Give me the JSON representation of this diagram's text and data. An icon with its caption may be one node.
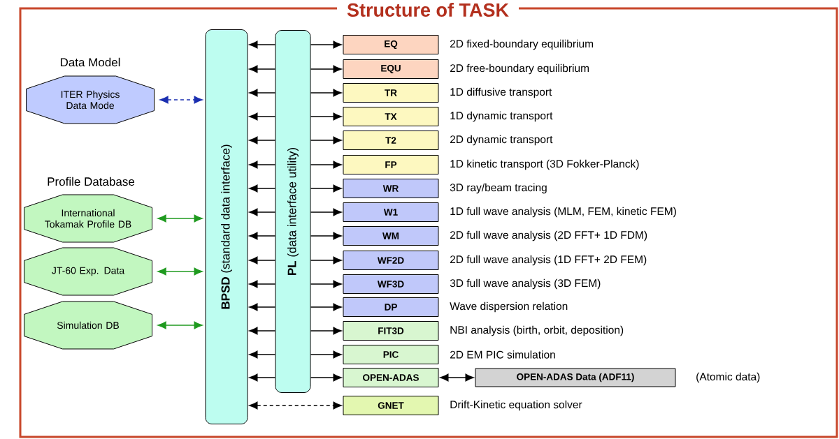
{
  "diagram": {
    "title": "Structure of TASK",
    "nodes": [
      {
        "text": [
          "**BPSD** (standard data interface)"
        ]
      },
      {
        "text": [
          "**PL** (data interface utility)"
        ]
      },
      {
        "text": [
          "Data Model",
          "ITER Physics Data Mode"
        ]
      },
      {
        "text": [
          "International Tokamak Profile DB"
        ]
      },
      {
        "text": [
          "JT-60 Exp. Data"
        ]
      },
      {
        "text": [
          "Simulation DB"
        ]
      },
      {
        "text": [
          "EQ"
        ],
        "beside": [
          "2D fixed-boundary equilibrium"
        ]
      },
      {
        "text": [
          "EQU"
        ],
        "beside": [
          "2D free-boundary equilibrium"
        ]
      },
      {
        "text": [
          "TR"
        ],
        "beside": [
          "1D diffusive transport"
        ]
      },
      {
        "text": [
          "TX"
        ],
        "beside": [
          "1D dynamic transport"
        ]
      },
      {
        "text": [
          "T2"
        ],
        "beside": [
          "2D dynamic transport"
        ]
      },
      {
        "text": [
          "FP"
        ],
        "beside": [
          "1D kinetic transport (3D Fokker-Planck)"
        ]
      },
      {
        "text": [
          "WR"
        ],
        "beside": [
          "3D ray/beam tracing"
        ]
      },
      {
        "text": [
          "W1"
        ],
        "beside": [
          "1D full wave analysis (MLM, FEM, kinetic FEM)"
        ]
      },
      {
        "text": [
          "WM"
        ],
        "beside": [
          "2D full wave analysis (2D FFT+ 1D FDM)"
        ]
      },
      {
        "text": [
          "WF2D"
        ],
        "beside": [
          "2D full wave analysis (1D FFT+ 2D FEM)"
        ]
      },
      {
        "text": [
          "WF3D"
        ],
        "beside": [
          "3D full wave analysis (3D FEM)"
        ]
      },
      {
        "text": [
          "DP"
        ],
        "beside": [
          "Wave dispersion relation"
        ]
      },
      {
        "text": [
          "FIT3D"
        ],
        "beside": [
          "NBI analysis (birth, orbit, deposition)"
        ]
      },
      {
        "text": [
          "PIC"
        ],
        "beside": [
          "2D EM PIC simulation"
        ]
      },
      {
        "text": [
          "OPEN-ADAS"
        ]
      },
      {
        "text": [
          "GNET"
        ],
        "beside": [
          "Drift-Kinetic equation solver"
        ]
      },
      {
        "text": [
          "OPEN-ADAS Data (ADF11)"
        ],
        "beside": [
          "(Atomic data)"
        ]
      }
    ],
    "edges": [
      {
        "from": 2,
        "to": 0,
        "arrow": "both",
        "style": "dashed",
        "color": "#1a2eb0"
      },
      {
        "from": 3,
        "to": 0,
        "arrow": "both",
        "color": "#1f9a1f"
      },
      {
        "from": 4,
        "to": 0,
        "arrow": "both",
        "color": "#1f9a1f"
      },
      {
        "from": 5,
        "to": 0,
        "arrow": "both",
        "color": "#1f9a1f"
      },
      {
        "from": 1,
        "to": 0,
        "arrow": "to"
      },
      {
        "from": 1,
        "to": 6,
        "arrow": "to"
      },
      {
        "from": 1,
        "to": 0,
        "arrow": "to"
      },
      {
        "from": 1,
        "to": 7,
        "arrow": "to"
      },
      {
        "from": 1,
        "to": 0,
        "arrow": "to"
      },
      {
        "from": 1,
        "to": 8,
        "arrow": "to"
      },
      {
        "from": 1,
        "to": 0,
        "arrow": "to"
      },
      {
        "from": 1,
        "to": 9,
        "arrow": "to"
      },
      {
        "from": 1,
        "to": 0,
        "arrow": "to"
      },
      {
        "from": 1,
        "to": 10,
        "arrow": "to"
      },
      {
        "from": 1,
        "to": 0,
        "arrow": "to"
      },
      {
        "from": 1,
        "to": 11,
        "arrow": "to"
      },
      {
        "from": 1,
        "to": 0,
        "arrow": "to"
      },
      {
        "from": 1,
        "to": 12,
        "arrow": "to"
      },
      {
        "from": 1,
        "to": 0,
        "arrow": "to"
      },
      {
        "from": 1,
        "to": 13,
        "arrow": "to"
      },
      {
        "from": 1,
        "to": 0,
        "arrow": "to"
      },
      {
        "from": 1,
        "to": 14,
        "arrow": "to"
      },
      {
        "from": 1,
        "to": 0,
        "arrow": "to"
      },
      {
        "from": 1,
        "to": 15,
        "arrow": "to"
      },
      {
        "from": 1,
        "to": 0,
        "arrow": "to"
      },
      {
        "from": 1,
        "to": 16,
        "arrow": "to"
      },
      {
        "from": 1,
        "to": 0,
        "arrow": "to"
      },
      {
        "from": 1,
        "to": 17,
        "arrow": "to"
      },
      {
        "from": 1,
        "to": 0,
        "arrow": "to"
      },
      {
        "from": 1,
        "to": 18,
        "arrow": "to"
      },
      {
        "from": 1,
        "to": 0,
        "arrow": "to"
      },
      {
        "from": 1,
        "to": 19,
        "arrow": "to"
      },
      {
        "from": 1,
        "to": 0,
        "arrow": "to"
      },
      {
        "from": 1,
        "to": 20,
        "arrow": "to"
      },
      {
        "from": 20,
        "to": 22,
        "arrow": "both"
      },
      {
        "from": 0,
        "to": 21,
        "arrow": "both",
        "style": "dashed"
      }
    ],
    "labels": [
      "Profile Database"
    ]
  }
}
